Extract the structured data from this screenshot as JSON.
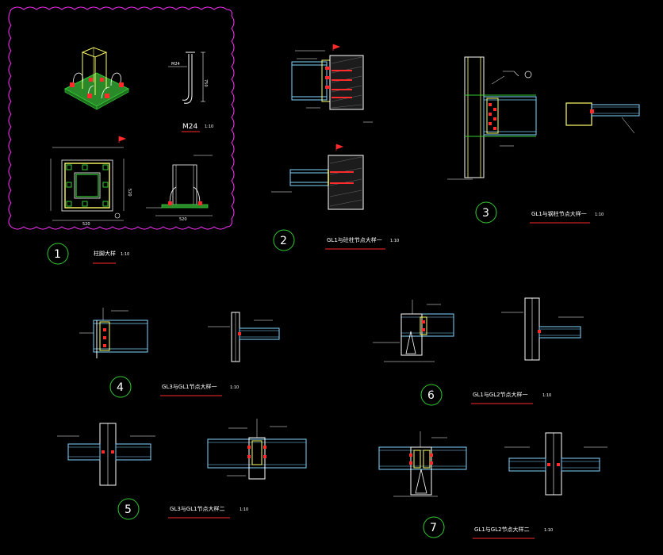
{
  "colors": {
    "background": "#000000",
    "steel": "#7fd6ff",
    "steel_bright": "#bfefff",
    "green": "#33cc33",
    "red": "#ff2a2a",
    "yellow": "#ffff66",
    "magenta": "#ff33ff",
    "white": "#ffffff",
    "gray": "#b0b0b0"
  },
  "details": [
    {
      "id": "d1",
      "number": "1",
      "title": "柱脚大样",
      "scale": "1:10"
    },
    {
      "id": "d2",
      "number": "2",
      "title": "GL1与砼柱节点大样一",
      "scale": "1:10"
    },
    {
      "id": "d3",
      "number": "3",
      "title": "GL1与钢柱节点大样一",
      "scale": "1:10"
    },
    {
      "id": "d4",
      "number": "4",
      "title": "GL3与GL1节点大样一",
      "scale": "1:10"
    },
    {
      "id": "d5",
      "number": "5",
      "title": "GL3与GL1节点大样二",
      "scale": "1:10"
    },
    {
      "id": "d6",
      "number": "6",
      "title": "GL1与GL2节点大样一",
      "scale": "1:10"
    },
    {
      "id": "d7",
      "number": "7",
      "title": "GL1与GL2节点大样二",
      "scale": "1:10"
    }
  ],
  "anchor": {
    "title": "M24",
    "scale": "1:10",
    "label": "M24",
    "length": "750"
  },
  "dims": {
    "plan_width": "520",
    "plan_side": "520",
    "elev_width": "520"
  }
}
